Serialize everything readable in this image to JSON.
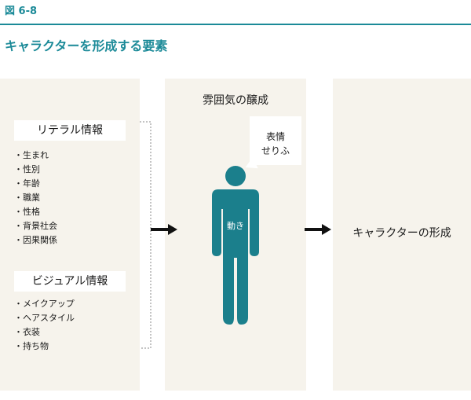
{
  "figure": {
    "number": "図 6-8",
    "title": "キャラクターを形成する要素"
  },
  "left_panel": {
    "literal": {
      "heading": "リテラル情報",
      "items": [
        "生まれ",
        "性別",
        "年齢",
        "職業",
        "性格",
        "背景社会",
        "因果関係"
      ]
    },
    "visual": {
      "heading": "ビジュアル情報",
      "items": [
        "メイクアップ",
        "ヘアスタイル",
        "衣装",
        "持ち物"
      ]
    }
  },
  "middle_panel": {
    "title": "雰囲気の醸成",
    "bubble": [
      "表情",
      "せりふ"
    ],
    "figure_label": "動き"
  },
  "right_panel": {
    "label": "キャラクターの形成"
  },
  "colors": {
    "accent": "#1b8a98",
    "panel_bg": "#f6f3ec",
    "figure": "#1b7f8c"
  }
}
